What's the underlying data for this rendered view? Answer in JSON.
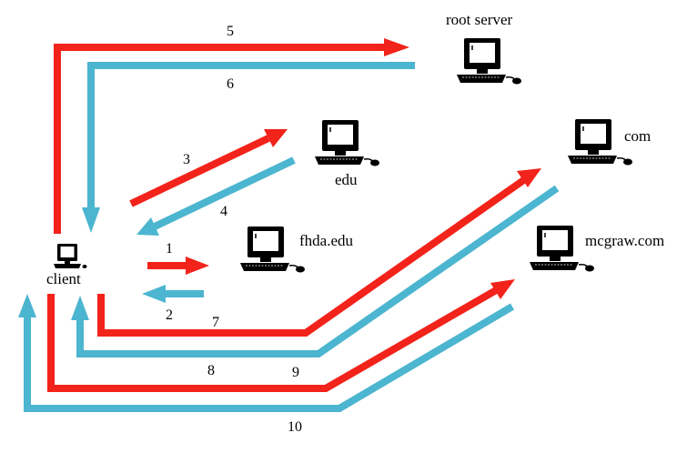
{
  "colors": {
    "request": "#f2231a",
    "response": "#4cb5cf",
    "computer": "#000000"
  },
  "nodes": {
    "client": "client",
    "root_server": "root server",
    "edu": "edu",
    "fhda": "fhda.edu",
    "com": "com",
    "mcgraw": "mcgraw.com"
  },
  "steps": {
    "s1": "1",
    "s2": "2",
    "s3": "3",
    "s4": "4",
    "s5": "5",
    "s6": "6",
    "s7": "7",
    "s8": "8",
    "s9": "9",
    "s10": "10"
  }
}
